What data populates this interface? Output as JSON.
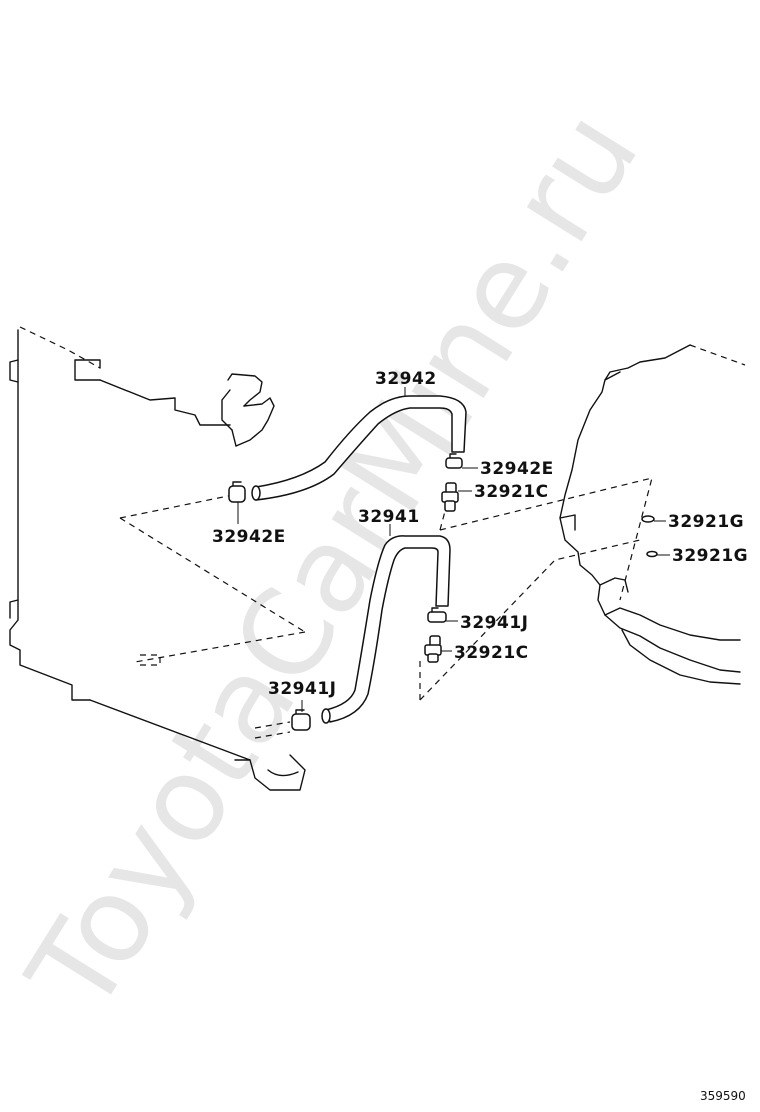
{
  "watermark": "ToyotaCarMine.ru",
  "reference_number": "359590",
  "colors": {
    "line": "#111111",
    "watermark": "#e6e6e6",
    "background": "#ffffff"
  },
  "parts": {
    "hose_upper": "32942",
    "clamp_upper_right": "32942E",
    "union_upper": "32921C",
    "clamp_upper_left": "32942E",
    "hose_lower": "32941",
    "clamp_lower_right": "32941J",
    "union_lower": "32921C",
    "clamp_lower_left": "32941J",
    "gasket_upper": "32921G",
    "gasket_lower": "32921G"
  }
}
